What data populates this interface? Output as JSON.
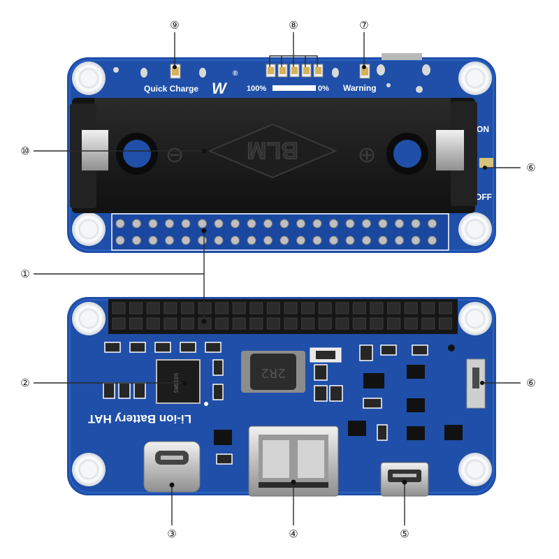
{
  "top_board": {
    "quick_charge_label": "Quick Charge",
    "full_label": "100%",
    "empty_label": "0%",
    "warning_label": "Warning",
    "on_label": "ON",
    "off_label": "OFF",
    "holder_text": "BLM",
    "minus_symbol": "⊖",
    "plus_symbol": "⊕",
    "registered": "®"
  },
  "bottom_board": {
    "product_label": "Li-ion Battery HAT",
    "inductor_marking": "2R2",
    "ic_marking": "SW6106"
  },
  "callouts": [
    "⑨",
    "⑧",
    "⑦",
    "⑩",
    "⑥",
    "①",
    "②",
    "⑥",
    "③",
    "④",
    "⑤"
  ],
  "colors": {
    "pcb_blue": "#1f4fa8",
    "pcb_dark": "#163d86",
    "holder_black": "#1c1c1c",
    "silkscreen": "#ffffff",
    "gold": "#c9a24a"
  }
}
